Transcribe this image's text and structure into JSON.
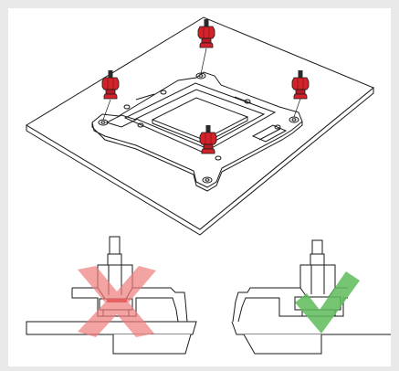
{
  "figure": {
    "colors": {
      "background_frame": "#e9e9e9",
      "panel": "#ffffff",
      "line": "#1a1a1a",
      "standoff_red": "#d2232a",
      "wrong_mark": "#f07c7c",
      "right_mark": "#5dbb5a",
      "contact_highlight": "#d2232a"
    },
    "icons": {
      "wrong": "x-mark-icon",
      "correct": "check-mark-icon"
    },
    "standoff_count": 4,
    "panels": [
      {
        "name": "incorrect-installation",
        "status": "wrong"
      },
      {
        "name": "correct-installation",
        "status": "correct"
      }
    ]
  }
}
